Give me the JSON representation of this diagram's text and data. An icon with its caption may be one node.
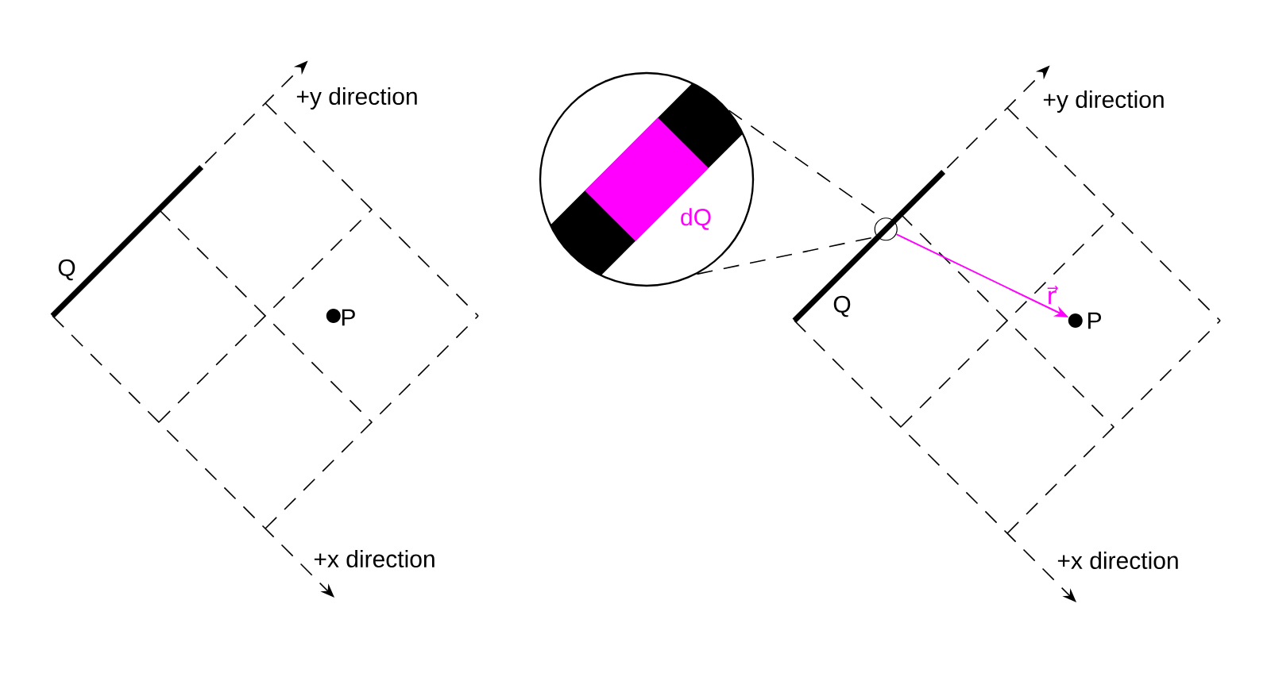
{
  "diagram": {
    "nodes": [
      {
        "text": [
          "dQ"
        ]
      },
      {
        "text": [],
        "shape": "circle"
      },
      {
        "text": [
          "P"
        ]
      }
    ],
    "edges": [
      {
        "from": 0,
        "to": 1,
        "arrow": "none",
        "style": "dashed"
      },
      {
        "from": 0,
        "to": 1,
        "arrow": "none",
        "style": "dashed"
      },
      {
        "from": 1,
        "to": 2,
        "arrow": "to",
        "label": "r⃗",
        "color": "#ff00ff"
      }
    ],
    "labels": [
      "+y direction",
      "Q",
      "P",
      "+x direction",
      "+y direction",
      "Q",
      "+x direction"
    ]
  }
}
